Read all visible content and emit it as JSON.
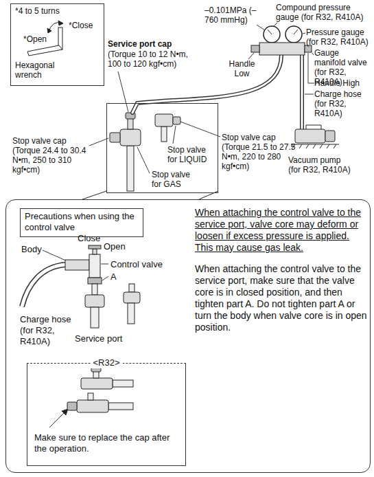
{
  "diagram": {
    "nodes": [
      {
        "text": [
          "*4 to 5 turns",
          "*Close",
          "*Open",
          "Hexagonal wrench"
        ]
      },
      {
        "text": [
          "Stop valve for LIQUID",
          "Stop valve for GAS"
        ]
      },
      {
        "text": [
          "When attaching the control valve to the service port, valve core may deform or loosen if excess pressure is applied. This may cause gas leak.",
          "When attaching the control valve to the service port, make sure that the valve core is in closed position, and then tighten part A. Do not tighten part A or turn the body when valve core is in open position.",
          "Body",
          "Close",
          "Open",
          "Control valve",
          "A",
          "Charge hose (for R32, R410A)",
          "Service port"
        ]
      },
      {
        "text": [
          "Precautions when using the control valve"
        ],
        "in": 2
      },
      {
        "text": [
          "<R32>",
          "Make sure to replace the cap after the operation."
        ],
        "in": 2
      }
    ],
    "labels": [
      "–0.101MPa (–760 mmHg)",
      "Compound pressure gauge (for R32, R410A)",
      "Pressure gauge (for R32, R410A)",
      "Gauge manifold valve (for R32, R410A)",
      "Service port cap",
      "(Torque 10 to 12 N•m, 100 to 120 kgf•cm)",
      "Handle Low",
      "Handle High",
      "Charge hose (for R32, R410A)",
      "Stop valve cap (Torque 24.4 to 30.4 N•m, 250 to 310 kgf•cm)",
      "Stop valve cap (Torque 21.5 to 27.5 N•m, 220 to 280 kgf•cm)",
      "Vacuum pump (for R32, R410A)"
    ]
  }
}
